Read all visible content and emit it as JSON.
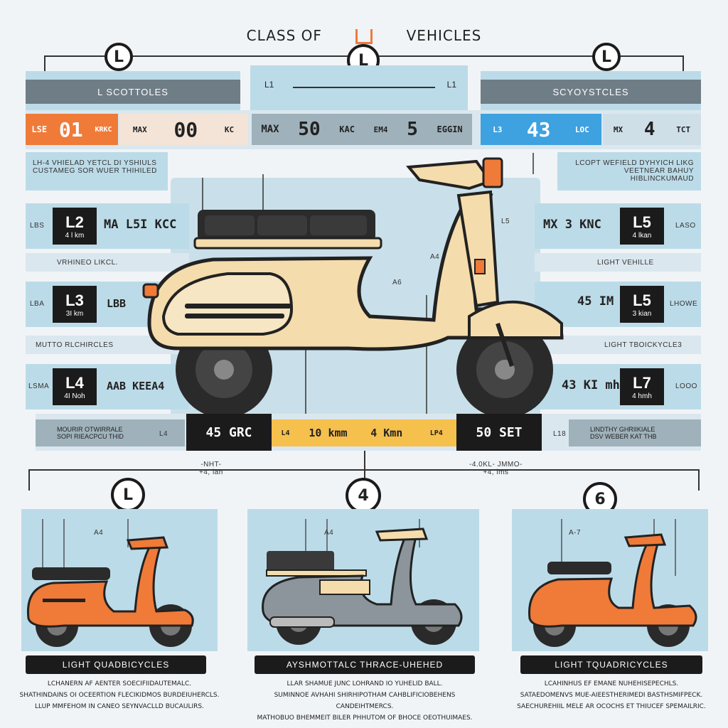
{
  "title": "CLASS OF",
  "title_suffix": "VEHICLES",
  "top_circles": [
    "L",
    "L",
    "L"
  ],
  "top_row": {
    "left_bar": "L SCOTTOLES",
    "center_left": "L1",
    "center_right": "L1",
    "right_bar": "SCYOYSTCLES"
  },
  "spec_row": {
    "s1_small": "LSE",
    "s1_big": "01",
    "s1_unit": "KRKC",
    "s2_small": "MAX",
    "s2_big": "00",
    "s2_unit": "KC",
    "s3_small": "MAX",
    "s3_big": "50",
    "s3_unit": "KAC",
    "s4_small": "EM4",
    "s4_big": "5",
    "s4_unit": "EGGIN",
    "s5_small": "L3",
    "s5_big": "43",
    "s5_unit": "LOC",
    "s6_small": "MX",
    "s6_big": "4",
    "s6_unit": "TCT"
  },
  "info_left": [
    "LH-4 VHIELAD YETCL DI YSHIULS",
    "CUSTAMEG SOR WUER THIHILED"
  ],
  "info_right": [
    "LCOPT WEFIELD DYHYICH LIKG",
    "VEETNEAR BAHUY HIBLINCKUMAUD"
  ],
  "left_rows": [
    {
      "tag": "LBS",
      "code": "L2",
      "sub": "4 l km",
      "text": "MA L5I KCC"
    },
    {
      "tag": "LBA",
      "code": "L3",
      "sub": "3I km",
      "text": "LBB"
    },
    {
      "tag": "LSMA",
      "code": "L4",
      "sub": "4I Noh",
      "text": "AAB KEEA4"
    }
  ],
  "left_labels": [
    "VRHINEO LIKCL.",
    "MUTTO RLCHIRCLES"
  ],
  "right_rows": [
    {
      "tag": "LASO",
      "code": "L5",
      "sub": "4 lkan",
      "text": "MX 3 KNC"
    },
    {
      "tag": "LHOWE",
      "code": "L5",
      "sub": "3 kian",
      "text": "45 IM"
    },
    {
      "tag": "LOOO",
      "code": "L7",
      "sub": "4 hmh",
      "text": "43 KI mh"
    }
  ],
  "right_labels": [
    "LIGHT VEHILLE",
    "LIGHT TBOICKYCLE3"
  ],
  "mid_labels": [
    "L5",
    "A4",
    "A6"
  ],
  "bottom_spec": {
    "left_text": [
      "MOURIR OTWIRRALE",
      "SOPI RIEACPCU THID"
    ],
    "left_tag": "L4",
    "v1": "45 GRC",
    "v2_tag": "L4",
    "v2": "10 kmm",
    "v3": "4 Kmn",
    "v3_tag": "LP4",
    "v4": "50 SET",
    "right_tag": "L18",
    "right_text": [
      "LINDTHY GHRIIKIALE",
      "DSV WEBER KAT THB"
    ]
  },
  "under_notes": {
    "left": [
      "-NHT-",
      "+4, lan"
    ],
    "right": [
      "-4.0KL- JMMO-",
      "+4, lms"
    ]
  },
  "bottom_circles": [
    "L",
    "4",
    "6"
  ],
  "cards": [
    {
      "label": "A4",
      "bar": "LIGHT QUADBICYCLES",
      "desc": [
        "LCHANERN AF AENTER SOECIFIIDAUTEMALC.",
        "SHATHINDAINS OI OCEERTION FLECIKIDMOS BURDEIUHERCLS.",
        "LLUP MMFEHOM IN CANEO SEYNVACLLD BUCAULIRS."
      ]
    },
    {
      "label": "A4",
      "bar": "AYSHMOTTALC THRACE-UHEHED",
      "desc": [
        "LLAR SHAMUE JUNC LOHRAND IO YUHELID BALL.",
        "SUMINNOE AVHAHI SHIRHIPOTHAM CAHBLIFICIOBEHENS CANDEIHTMERCS.",
        "MATHOBUO BHEMMEIT BILER PHHUTOM OF BHOCE OEOTHUIMAES."
      ]
    },
    {
      "label": "A-7",
      "bar": "LIGHT TQUADRICYCLES",
      "desc": [
        "LCAHINHUS EF EMANE NUHEHISEPECHLS.",
        "SATAEDOMENVS MUE-AIEESTHERIMEDI BASTHSMIFPECK.",
        "SAECHUREHIIL MELE AR OCOCHS ET THIUCEF SPEMAILRIC."
      ]
    }
  ],
  "colors": {
    "orange": "#f07a38",
    "blue": "#3ea1e0",
    "yellow": "#f6c04d",
    "cream": "#f4dcac",
    "panel": "#bcdbe8",
    "gray": "#6f7d86"
  }
}
